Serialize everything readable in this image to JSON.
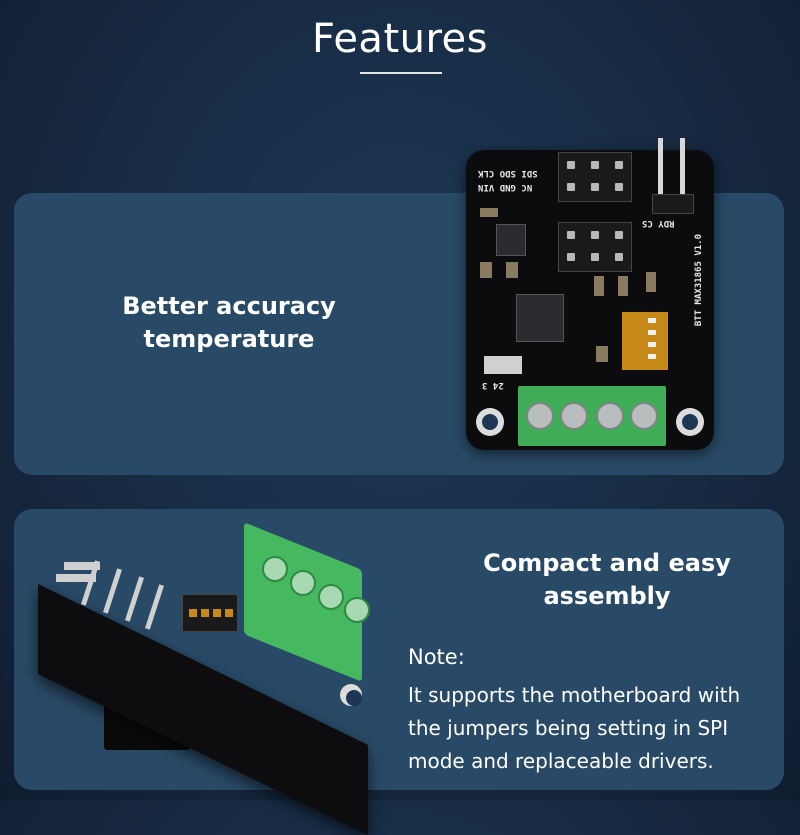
{
  "header": {
    "title": "Features"
  },
  "cards": [
    {
      "caption_lines": [
        "Better accuracy",
        "temperature"
      ]
    },
    {
      "caption_lines": [
        "Compact and easy",
        "assembly"
      ],
      "note_title": "Note:",
      "note_lines": [
        "It supports the motherboard with",
        "the jumpers being setting in SPI",
        "mode and replaceable drivers."
      ]
    }
  ],
  "board_top": {
    "silk_row1": "SDI SDO CLK",
    "silk_row2": "NC GND VIN",
    "silk_rdy": "RDY CS",
    "silk_model": "BTT MAX31865 V1.0",
    "silk_pins": "24  3"
  },
  "colors": {
    "background": "#172a42",
    "card": "#294a67",
    "terminal": "#3fae56",
    "text": "#ffffff"
  }
}
